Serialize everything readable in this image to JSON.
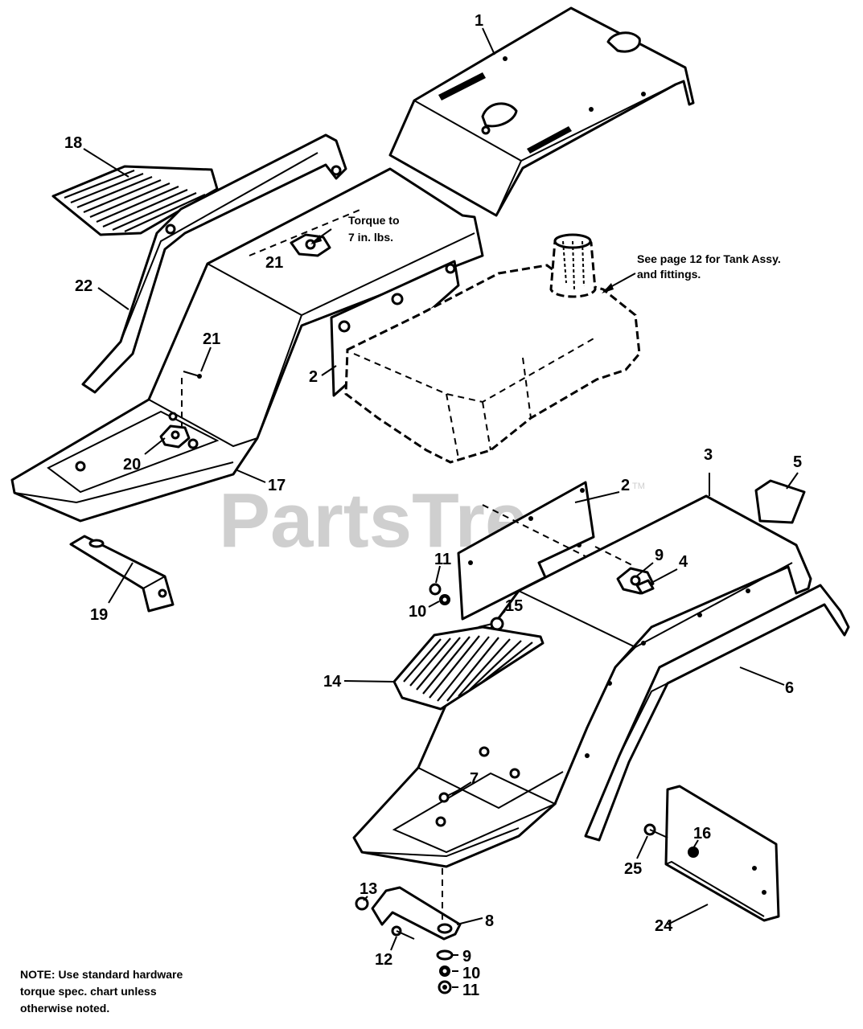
{
  "watermark": {
    "brand": "PartsTree",
    "tm": "TM"
  },
  "annotations": {
    "torque_line1": "Torque to",
    "torque_line2": "7 in. lbs.",
    "tank_ref_line1": "See page 12 for Tank Assy.",
    "tank_ref_line2": "and fittings.",
    "note_line1": "NOTE: Use standard hardware",
    "note_line2": "torque spec. chart unless",
    "note_line3": "otherwise noted."
  },
  "callouts": {
    "c1": "1",
    "c18": "18",
    "c21a": "21",
    "c22": "22",
    "c21b": "21",
    "c2a": "2",
    "c20": "20",
    "c17": "17",
    "c19": "19",
    "c3": "3",
    "c5": "5",
    "c2b": "2",
    "c9a": "9",
    "c4": "4",
    "c11a": "11",
    "c10a": "10",
    "c15": "15",
    "c14": "14",
    "c6": "6",
    "c7": "7",
    "c16": "16",
    "c25": "25",
    "c13": "13",
    "c8": "8",
    "c24": "24",
    "c12": "12",
    "c9b": "9",
    "c10b": "10",
    "c11b": "11"
  }
}
